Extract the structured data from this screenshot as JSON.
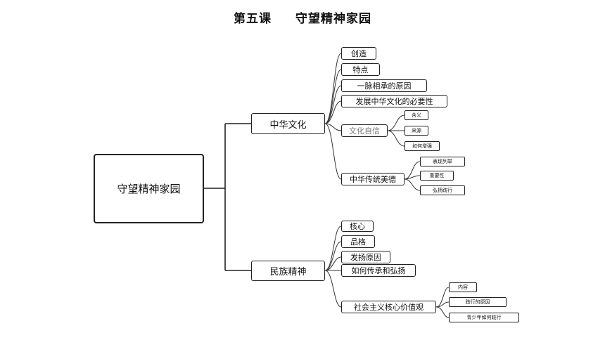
{
  "title": {
    "lesson": "第五课",
    "topic": "守望精神家园"
  },
  "root": "守望精神家园",
  "branches": [
    {
      "label": "中华文化",
      "children": [
        {
          "label": "创造"
        },
        {
          "label": "特点"
        },
        {
          "label": "一脉相承的原因"
        },
        {
          "label": "发展中华文化的必要性"
        },
        {
          "label": "文化自信",
          "children": [
            "含义",
            "来源",
            "如何增强"
          ]
        },
        {
          "label": "中华传统美德",
          "children": [
            "表现列举",
            "重要性",
            "弘扬践行"
          ]
        }
      ]
    },
    {
      "label": "民族精神",
      "children": [
        {
          "label": "核心"
        },
        {
          "label": "品格"
        },
        {
          "label": "发扬原因"
        },
        {
          "label": "如何传承和弘扬"
        },
        {
          "label": "社会主义核心价值观",
          "children": [
            "内容",
            "践行的原因",
            "青少年如何践行"
          ]
        }
      ]
    }
  ]
}
